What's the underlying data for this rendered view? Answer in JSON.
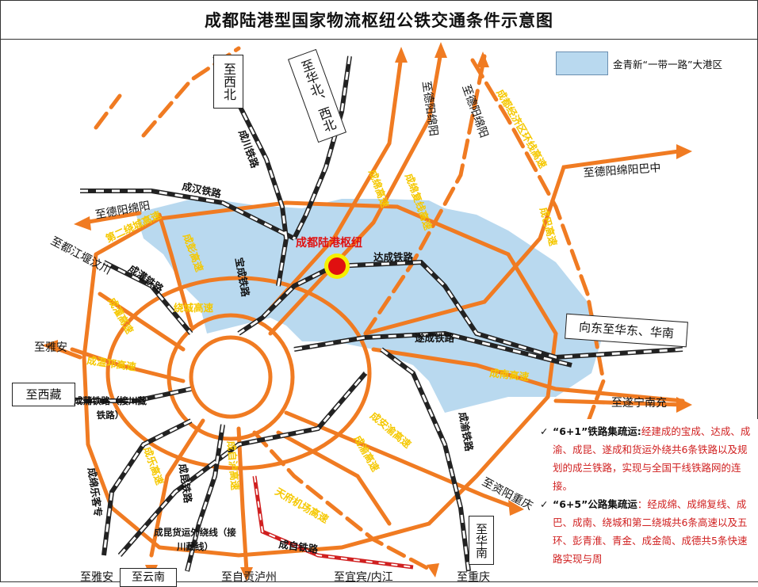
{
  "title": "成都陆港型国家物流枢纽公铁交通条件示意图",
  "legend": {
    "label": "金青新“一带一路”大港区",
    "swatch_color": "#b9d9ef"
  },
  "hub": {
    "label": "成都陆港枢纽",
    "color": "#e01010",
    "ring_color": "#f5f000"
  },
  "colors": {
    "highway": "#f07b22",
    "railway": "#222222",
    "planned": "#f07b22",
    "text_red": "#d02020",
    "port_area": "#b9d9ef"
  },
  "directions": {
    "northwest": "至西北",
    "north": "至华北、西北",
    "deyang_mianyang_1": "至德阳绵阳",
    "deyang_mianyang_2": "至德阳绵阳",
    "deyang_mianyang_3": "至德阳绵阳",
    "deyang_mianyang_bazhong": "至德阳绵阳巴中",
    "dujiangyan": "至都江堰汶川",
    "yaan": "至雅安",
    "tibet": "至西藏",
    "east": "向东至华东、华南",
    "suining_nanchong": "至遂宁南充",
    "ziyang_chongqing": "至资阳重庆",
    "south_china": "至华南",
    "bottom_1": "至雅安",
    "bottom_2": "至云南",
    "bottom_3": "至自贡泸州",
    "bottom_4": "至宜宾/内江",
    "bottom_5": "至重庆"
  },
  "rail_labels": {
    "chengchuan": "成川铁路",
    "chenghan": "成汉铁路",
    "baocheng": "宝成铁路",
    "dacheng": "达成铁路",
    "chengguan": "成灌铁路",
    "suicheng": "遂成铁路",
    "chengpu": "成蒲铁路（接川藏铁路）",
    "chengmianle": "成绵乐客专",
    "chengkun": "成昆铁路",
    "chengyu": "成渝铁路",
    "chengkun_freight": "成昆货运外绕线（接川藏线）",
    "chengzi": "成自铁路"
  },
  "road_labels": {
    "chengmian": "成绵高速",
    "chengmian_fuxian": "成绵复线高速",
    "second_ring": "第二绕城高速",
    "chengpeng": "成彭高速",
    "chengdu_econ_ring": "成都经济区环线高速",
    "chengba": "成巴高速",
    "ring_city": "绕城高速",
    "chengguan": "成灌高速",
    "chengwenqiong": "成温邛高速",
    "chengnan": "成南高速",
    "chengan_yu": "成安渝高速",
    "chengyu": "成渝高速",
    "chengle": "成乐高速",
    "chengzilu": "成自泸高速",
    "tianfu_airport": "天府机场高速"
  },
  "notes": [
    {
      "head": "“6+1”铁路集疏运:",
      "body": "经建成的宝成、达成、成渝、成昆、遂成和货运外绕共6条铁路以及规划的成兰铁路，实现与全国干线铁路网的连接。"
    },
    {
      "head": "“6+5”公路集疏运",
      "body": "：经成绵、成绵复线、成巴、成南、绕城和第二绕城共6条高速以及五环、彭青淮、青金、成金简、成德共5条快速路实现与周"
    }
  ]
}
